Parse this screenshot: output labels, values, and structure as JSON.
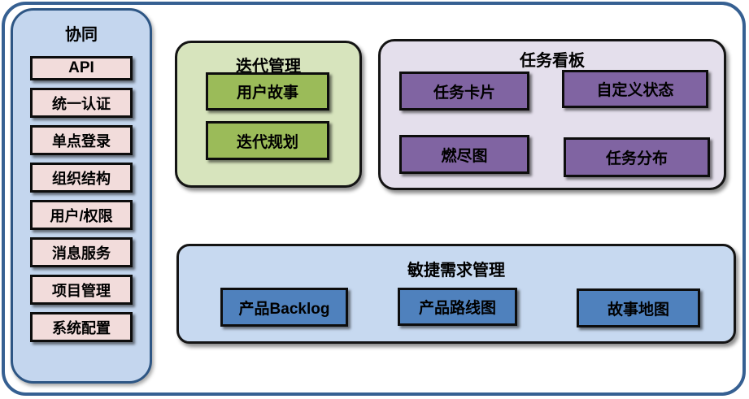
{
  "sidebar": {
    "title": "协同",
    "items": [
      "API",
      "统一认证",
      "单点登录",
      "组织结构",
      "用户/权限",
      "消息服务",
      "项目管理",
      "系统配置"
    ]
  },
  "panels": [
    {
      "title": "迭代管理",
      "items": [
        "用户故事",
        "迭代规划"
      ]
    },
    {
      "title": "任务看板",
      "items": [
        "任务卡片",
        "自定义状态",
        "燃尽图",
        "任务分布"
      ]
    },
    {
      "title": "敏捷需求管理",
      "items": [
        "产品Backlog",
        "产品路线图",
        "故事地图"
      ]
    }
  ],
  "colors": {
    "frame_border": "#366092",
    "sidebar_fill": "#C4D6EE",
    "sidebar_border": "#2E5684",
    "sidebar_item_fill": "#F2DCDB",
    "iteration_panel_fill": "#D7E4BD",
    "iteration_box_fill": "#9BBB59",
    "taskboard_panel_fill": "#E4DFEC",
    "taskboard_box_fill": "#8064A2",
    "agile_panel_fill": "#C7D9F0",
    "agile_box_fill": "#4F81BD",
    "box_border": "#0d0d0d"
  }
}
